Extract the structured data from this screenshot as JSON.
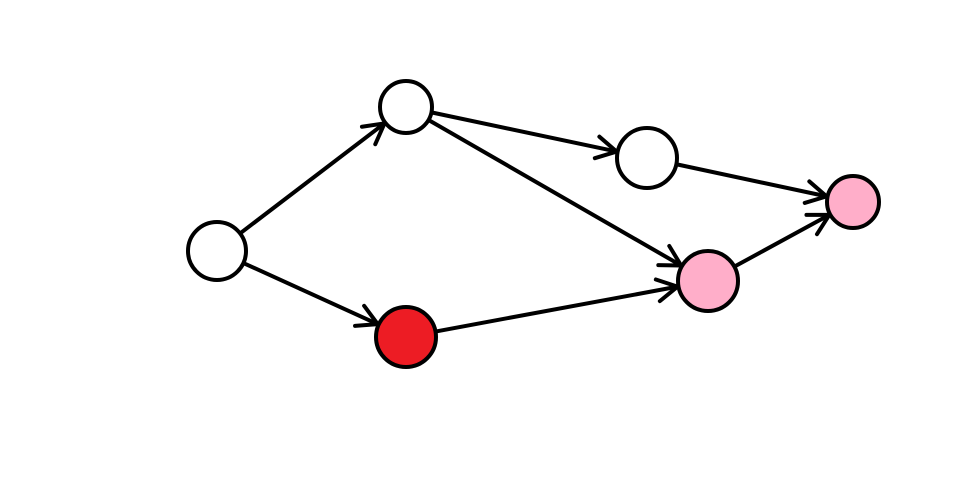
{
  "diagram": {
    "type": "directed-graph",
    "stroke_color": "#000000",
    "nodes": [
      {
        "id": "n1",
        "fill": "#FFFFFF"
      },
      {
        "id": "n2",
        "fill": "#FFFFFF"
      },
      {
        "id": "n3",
        "fill": "#FFFFFF"
      },
      {
        "id": "n4",
        "fill": "#ED1C24"
      },
      {
        "id": "n5",
        "fill": "#FFAEC9"
      },
      {
        "id": "n6",
        "fill": "#FFAEC9"
      }
    ],
    "edges": [
      {
        "from": "n1",
        "to": "n2"
      },
      {
        "from": "n1",
        "to": "n4"
      },
      {
        "from": "n2",
        "to": "n3"
      },
      {
        "from": "n2",
        "to": "n5"
      },
      {
        "from": "n4",
        "to": "n5"
      },
      {
        "from": "n3",
        "to": "n6"
      },
      {
        "from": "n5",
        "to": "n6"
      }
    ]
  }
}
